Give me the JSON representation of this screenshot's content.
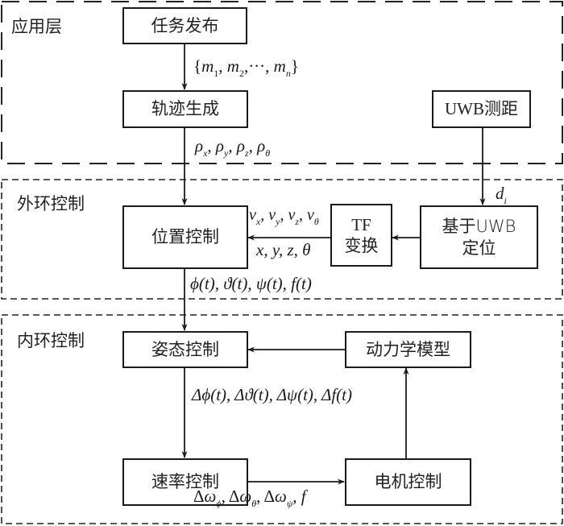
{
  "diagram": {
    "title": "UWB-based UAV control architecture",
    "regions": [
      {
        "id": "application",
        "label": "应用层"
      },
      {
        "id": "outer-loop",
        "label": "外环控制"
      },
      {
        "id": "inner-loop",
        "label": "内环控制"
      }
    ],
    "blocks": {
      "task_release": "任务发布",
      "trajectory_gen": "轨迹生成",
      "uwb_ranging": "UWB测距",
      "position_control": "位置控制",
      "tf_transform_line1": "TF",
      "tf_transform_line2": "变换",
      "uwb_localization_line1": "基于UWB",
      "uwb_localization_line2": "定位",
      "attitude_control": "姿态控制",
      "dynamics_model": "动力学模型",
      "rate_control": "速率控制",
      "motor_control": "电机控制"
    },
    "signals": {
      "mission_set": {
        "open": "{",
        "m": "m",
        "s1": "1",
        "s2": "2",
        "sn": "n",
        "sep": ", ",
        "ellipsis": "···",
        "close": "}"
      },
      "rho": {
        "sym": "ρ",
        "subs": [
          "x",
          "y",
          "z",
          "θ"
        ]
      },
      "distance": {
        "sym": "d",
        "sub": "i"
      },
      "velocity": {
        "sym": "v",
        "subs": [
          "x",
          "y",
          "z",
          "θ"
        ]
      },
      "pose": "x, y, z, θ",
      "attitude_cmd": "ϕ(t), ϑ(t), ψ(t), f(t)",
      "attitude_delta": "Δϕ(t), Δϑ(t), Δψ(t), Δf(t)",
      "rate_cmd": {
        "delta": "Δ",
        "sym": "ω",
        "subs": [
          "ϕ",
          "θ",
          "ψ"
        ],
        "tail": "f"
      }
    },
    "edges": [
      {
        "from": "任务发布",
        "to": "轨迹生成",
        "label": "{m1, m2, ···, mn}"
      },
      {
        "from": "轨迹生成",
        "to": "位置控制",
        "label": "ρx, ρy, ρz, ρθ"
      },
      {
        "from": "UWB测距",
        "to": "基于UWB定位",
        "label": "di"
      },
      {
        "from": "基于UWB定位",
        "to": "TF变换",
        "label": ""
      },
      {
        "from": "TF变换",
        "to": "位置控制",
        "label": "vx, vy, vz, vθ / x, y, z, θ"
      },
      {
        "from": "位置控制",
        "to": "姿态控制",
        "label": "ϕ(t), ϑ(t), ψ(t), f(t)"
      },
      {
        "from": "动力学模型",
        "to": "姿态控制",
        "label": ""
      },
      {
        "from": "姿态控制",
        "to": "速率控制",
        "label": "Δϕ(t), Δϑ(t), Δψ(t), Δf(t)"
      },
      {
        "from": "速率控制",
        "to": "电机控制",
        "label": "Δωϕ, Δωθ, Δωψ, f"
      },
      {
        "from": "电机控制",
        "to": "动力学模型",
        "label": ""
      }
    ]
  }
}
